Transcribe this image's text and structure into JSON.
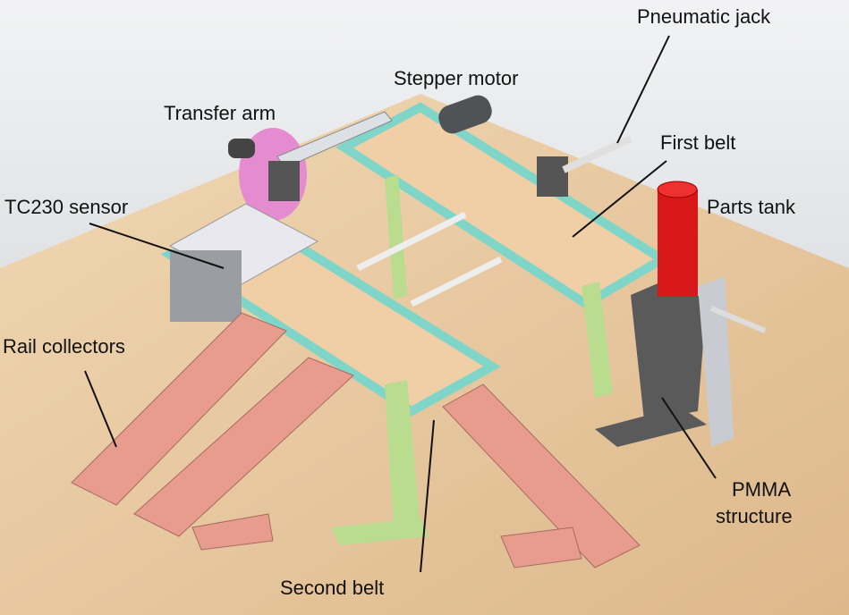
{
  "labels": {
    "pneumatic_jack": "Pneumatic jack",
    "stepper_motor": "Stepper motor",
    "transfer_arm": "Transfer arm",
    "first_belt": "First belt",
    "tc230_sensor": "TC230 sensor",
    "parts_tank": "Parts tank",
    "rail_collectors": "Rail collectors",
    "pmma_structure_line1": "PMMA",
    "pmma_structure_line2": "structure",
    "second_belt": "Second belt"
  },
  "colors": {
    "table": "#e8c9a0",
    "belt": "#f0cfa6",
    "frame": "#7fd6c8",
    "legs": "#b9dc8f",
    "rails": "#e79c8e",
    "tank": "#d81818",
    "pmma": "#5a5a5a",
    "arm_disc": "#e58bd0"
  }
}
